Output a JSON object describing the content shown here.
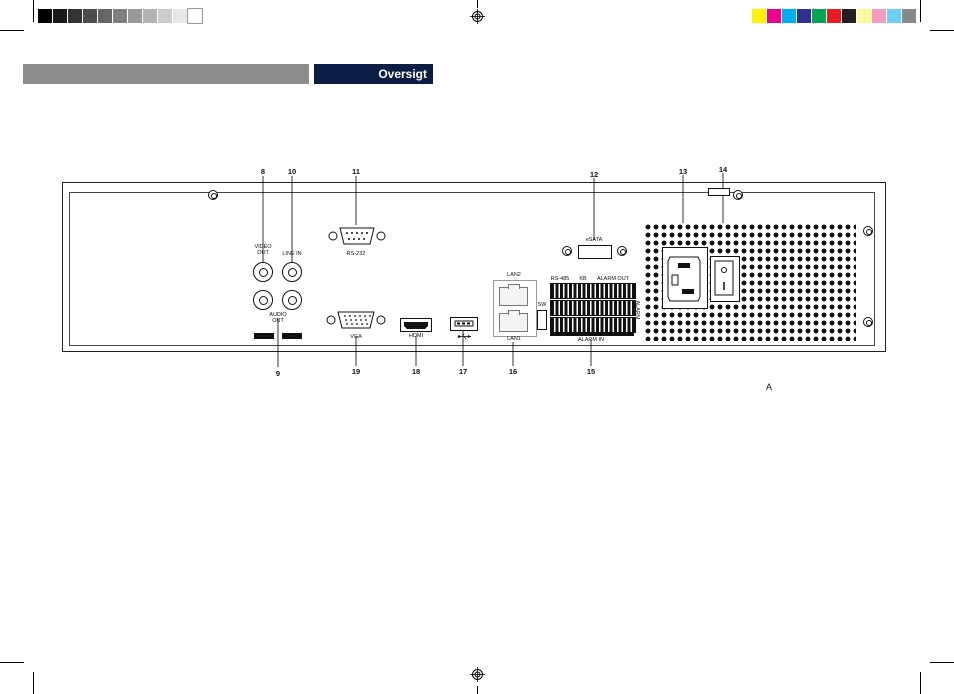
{
  "header": {
    "section_title": "Oversigt"
  },
  "colors": {
    "gray_strip": [
      "#000000",
      "#1a1a1a",
      "#333333",
      "#4d4d4d",
      "#666666",
      "#808080",
      "#999999",
      "#b3b3b3",
      "#cccccc",
      "#e6e6e6",
      "#ffffff"
    ],
    "color_strip": [
      "#fff200",
      "#ec008c",
      "#00aeef",
      "#2e3192",
      "#00a651",
      "#ed1c24",
      "#231f20",
      "#fff799",
      "#f49ac1",
      "#6dcff6",
      "#898989"
    ],
    "header_bar": "#0c1d44",
    "header_gray": "#8d8d8d"
  },
  "callouts": {
    "c8": "8",
    "c9": "9",
    "c10": "10",
    "c11": "11",
    "c12": "12",
    "c13": "13",
    "c14": "14",
    "c15": "15",
    "c16": "16",
    "c17": "17",
    "c18": "18",
    "c19": "19"
  },
  "labels": {
    "video_out": "VIDEO\nOUT",
    "line_in": "LINE IN",
    "audio_out": "AUDIO\nOUT",
    "rs232": "RS-232",
    "esata": "eSATA",
    "lan2": "LAN2",
    "lan1": "LAN1",
    "vga": "VGA",
    "hdmi": "HDMI",
    "rs485": "RS-485",
    "kb": "KB",
    "alarm_out": "ALARM OUT",
    "alarm_in": "ALARM IN",
    "alarm_side": "ALARM",
    "sw": "SW"
  },
  "annotation": {
    "letter": "A"
  }
}
